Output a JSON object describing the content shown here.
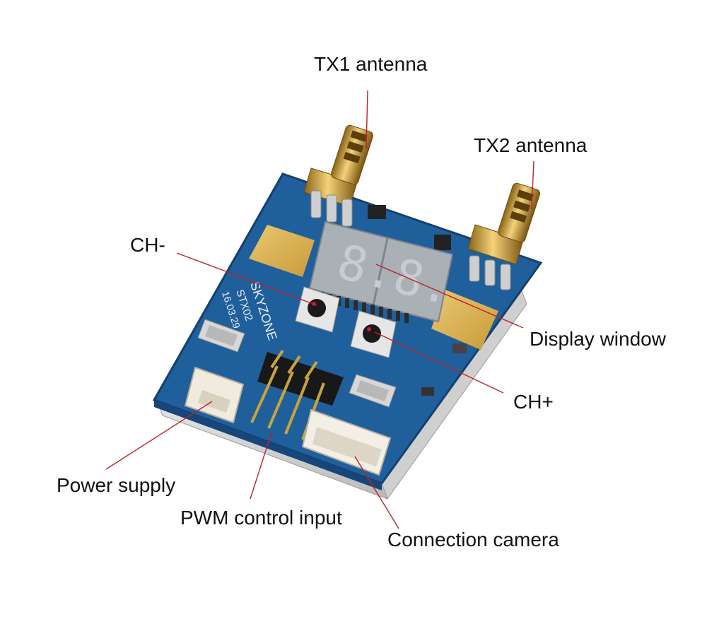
{
  "labels": {
    "tx1_antenna": "TX1 antenna",
    "tx2_antenna": "TX2 antenna",
    "ch_minus": "CH-",
    "display_window": "Display window",
    "ch_plus": "CH+",
    "power_supply": "Power supply",
    "pwm_control_input": "PWM control input",
    "connection_camera": "Connection camera"
  },
  "board": {
    "silkscreen_brand": "SKYZONE",
    "silkscreen_model": "STX02",
    "silkscreen_date": "16.03.29",
    "display_digits": "8.8."
  },
  "colors": {
    "pcb": "#1f5f9c",
    "pcb_edge": "#17467a",
    "gold": "#d9a93a",
    "leader_line": "#c0202a",
    "display": "#a9b0b6",
    "background": "#ffffff"
  }
}
